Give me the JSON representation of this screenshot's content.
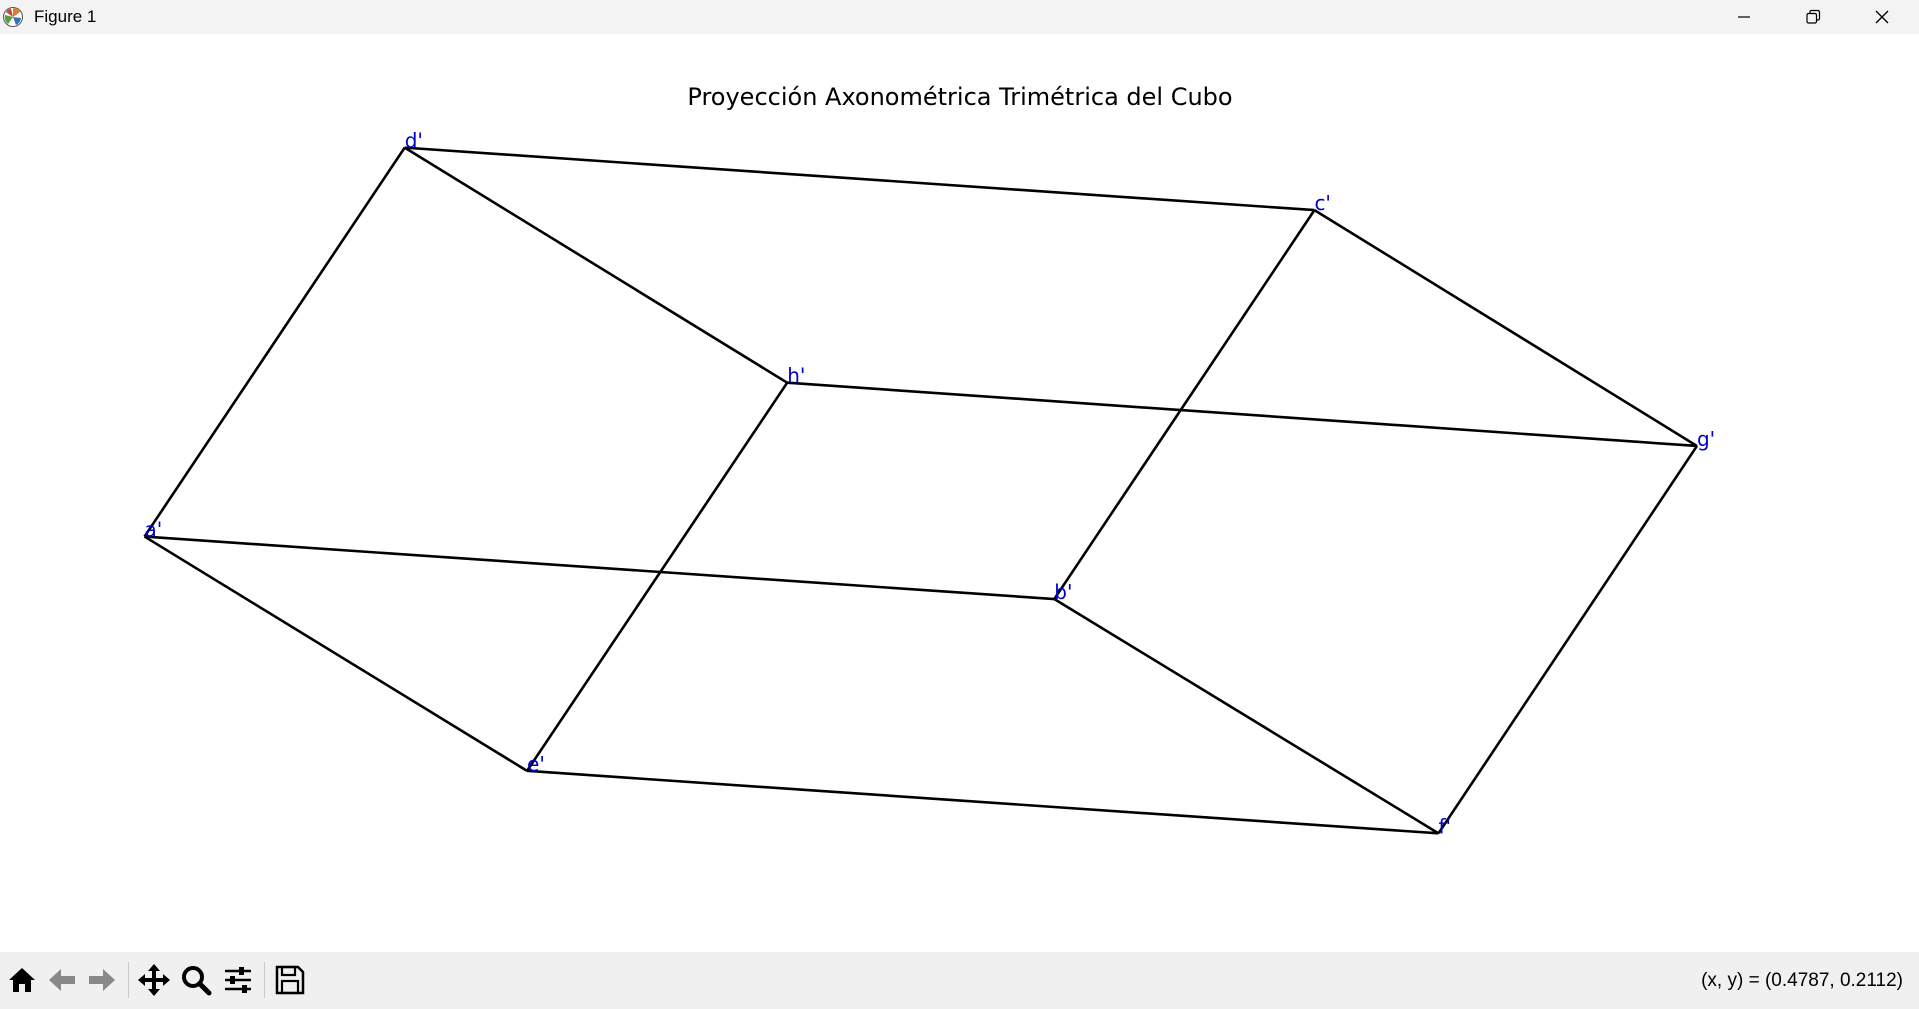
{
  "window": {
    "title": "Figure 1",
    "icon": "matplotlib-icon",
    "controls": [
      "minimize-icon",
      "restore-icon",
      "close-icon"
    ]
  },
  "toolbar": {
    "buttons": [
      "home-icon",
      "back-arrow-icon",
      "forward-arrow-icon",
      "pan-move-icon",
      "zoom-magnifier-icon",
      "configure-subplots-icon",
      "save-floppy-icon"
    ],
    "coordinates": "(x, y) = (0.4787, 0.2112)"
  },
  "colors": {
    "edge": "#000000",
    "label": "#0000cc",
    "toolbar_bg": "#f0f0f0",
    "titlebar_bg": "#f3f3f3"
  },
  "chart_data": {
    "type": "line",
    "title": "Proyección Axonométrica Trimétrica del Cubo",
    "axes_visible": false,
    "grid": false,
    "xlim": [
      0,
      1
    ],
    "ylim": [
      0,
      1
    ],
    "vertices": [
      {
        "label": "a'",
        "x": 0.027,
        "y": 0.482
      },
      {
        "label": "b'",
        "x": 0.555,
        "y": 0.402
      },
      {
        "label": "c'",
        "x": 0.706,
        "y": 0.9
      },
      {
        "label": "d'",
        "x": 0.178,
        "y": 0.98
      },
      {
        "label": "e'",
        "x": 0.249,
        "y": 0.182
      },
      {
        "label": "f'",
        "x": 0.778,
        "y": 0.102
      },
      {
        "label": "g'",
        "x": 0.928,
        "y": 0.598
      },
      {
        "label": "h'",
        "x": 0.4,
        "y": 0.679
      }
    ],
    "edges": [
      [
        0,
        1
      ],
      [
        1,
        2
      ],
      [
        2,
        3
      ],
      [
        3,
        0
      ],
      [
        4,
        5
      ],
      [
        5,
        6
      ],
      [
        6,
        7
      ],
      [
        7,
        4
      ],
      [
        0,
        4
      ],
      [
        1,
        5
      ],
      [
        2,
        6
      ],
      [
        3,
        7
      ]
    ]
  }
}
